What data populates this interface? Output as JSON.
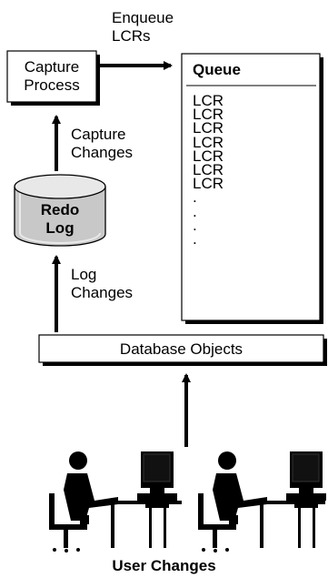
{
  "enqueue_label": [
    "Enqueue",
    "LCRs"
  ],
  "capture_process_label": [
    "Capture",
    "Process"
  ],
  "capture_changes_label": [
    "Capture",
    "Changes"
  ],
  "redo_log_label": [
    "Redo",
    "Log"
  ],
  "log_changes_label": [
    "Log",
    "Changes"
  ],
  "queue": {
    "title": "Queue",
    "items": [
      "LCR",
      "LCR",
      "LCR",
      "LCR",
      "LCR",
      "LCR",
      "LCR",
      ".",
      ".",
      ".",
      "."
    ]
  },
  "database_objects_label": "Database Objects",
  "user_changes_label": "User Changes"
}
